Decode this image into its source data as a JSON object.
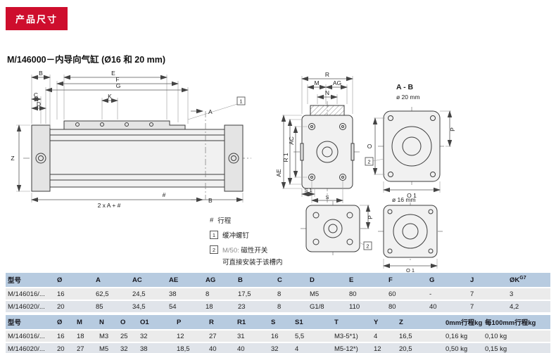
{
  "page": {
    "banner": "产品尺寸",
    "title": "M/146000－内导向气缸 (Ø16 和 20 mm)"
  },
  "colors": {
    "banner_bg": "#ce0e2d",
    "table_header_bg": "#b7cbe0",
    "row_a": "#ebebeb",
    "row_b": "#e0e4ea"
  },
  "drawing": {
    "side": {
      "b": "B",
      "c": "C",
      "d": "D",
      "e": "E",
      "f": "F",
      "g": "G",
      "k": "K",
      "z": "Z",
      "bottom": "2 x A + #",
      "hash": "#",
      "sec_a": "A",
      "sec_b": "B",
      "callout1": "1"
    },
    "front": {
      "r": "R",
      "m": "M",
      "ag": "AG",
      "n": "N",
      "ae": "AE",
      "r1": "R 1",
      "ac": "AC",
      "s1": "S 1",
      "s": "S",
      "p": "P"
    },
    "sections": {
      "title": "A - B",
      "d20": "ø 20 mm",
      "d16": "ø 16 mm",
      "p": "P",
      "o": "O",
      "o1": "O 1",
      "callout2": "2"
    }
  },
  "legend": {
    "hash": "#",
    "stroke": "行程",
    "item1_num": "1",
    "item1": "缓冲螺钉",
    "item2_num": "2",
    "item2_prefix": "M/50:",
    "item2": "磁性开关",
    "item2_line2": "可直接安装于该槽内"
  },
  "table1": {
    "headers": [
      "型号",
      "Ø",
      "A",
      "AC",
      "AE",
      "AG",
      "B",
      "C",
      "D",
      "E",
      "F",
      "G",
      "J",
      "ØK"
    ],
    "sup": "G7",
    "rows": [
      [
        "M/146016/...",
        "16",
        "62,5",
        "24,5",
        "38",
        "8",
        "17,5",
        "8",
        "M5",
        "80",
        "60",
        "-",
        "7",
        "3"
      ],
      [
        "M/146020/...",
        "20",
        "85",
        "34,5",
        "54",
        "18",
        "23",
        "8",
        "G1/8",
        "110",
        "80",
        "40",
        "7",
        "4,2"
      ]
    ]
  },
  "table2": {
    "headers": [
      "型号",
      "Ø",
      "M",
      "N",
      "O",
      "O1",
      "P",
      "R",
      "R1",
      "S",
      "S1",
      "T",
      "Y",
      "Z",
      "0mm行程kg",
      "每100mm行程kg"
    ],
    "rows": [
      [
        "M/146016/...",
        "16",
        "18",
        "M3",
        "25",
        "32",
        "12",
        "27",
        "31",
        "16",
        "5,5",
        "M3-5*1)",
        "4",
        "16,5",
        "0,16 kg",
        "0,10 kg"
      ],
      [
        "M/146020/...",
        "20",
        "27",
        "M5",
        "32",
        "38",
        "18,5",
        "40",
        "40",
        "32",
        "4",
        "M5-12*)",
        "12",
        "20,5",
        "0,50 kg",
        "0,15 kg"
      ]
    ]
  }
}
